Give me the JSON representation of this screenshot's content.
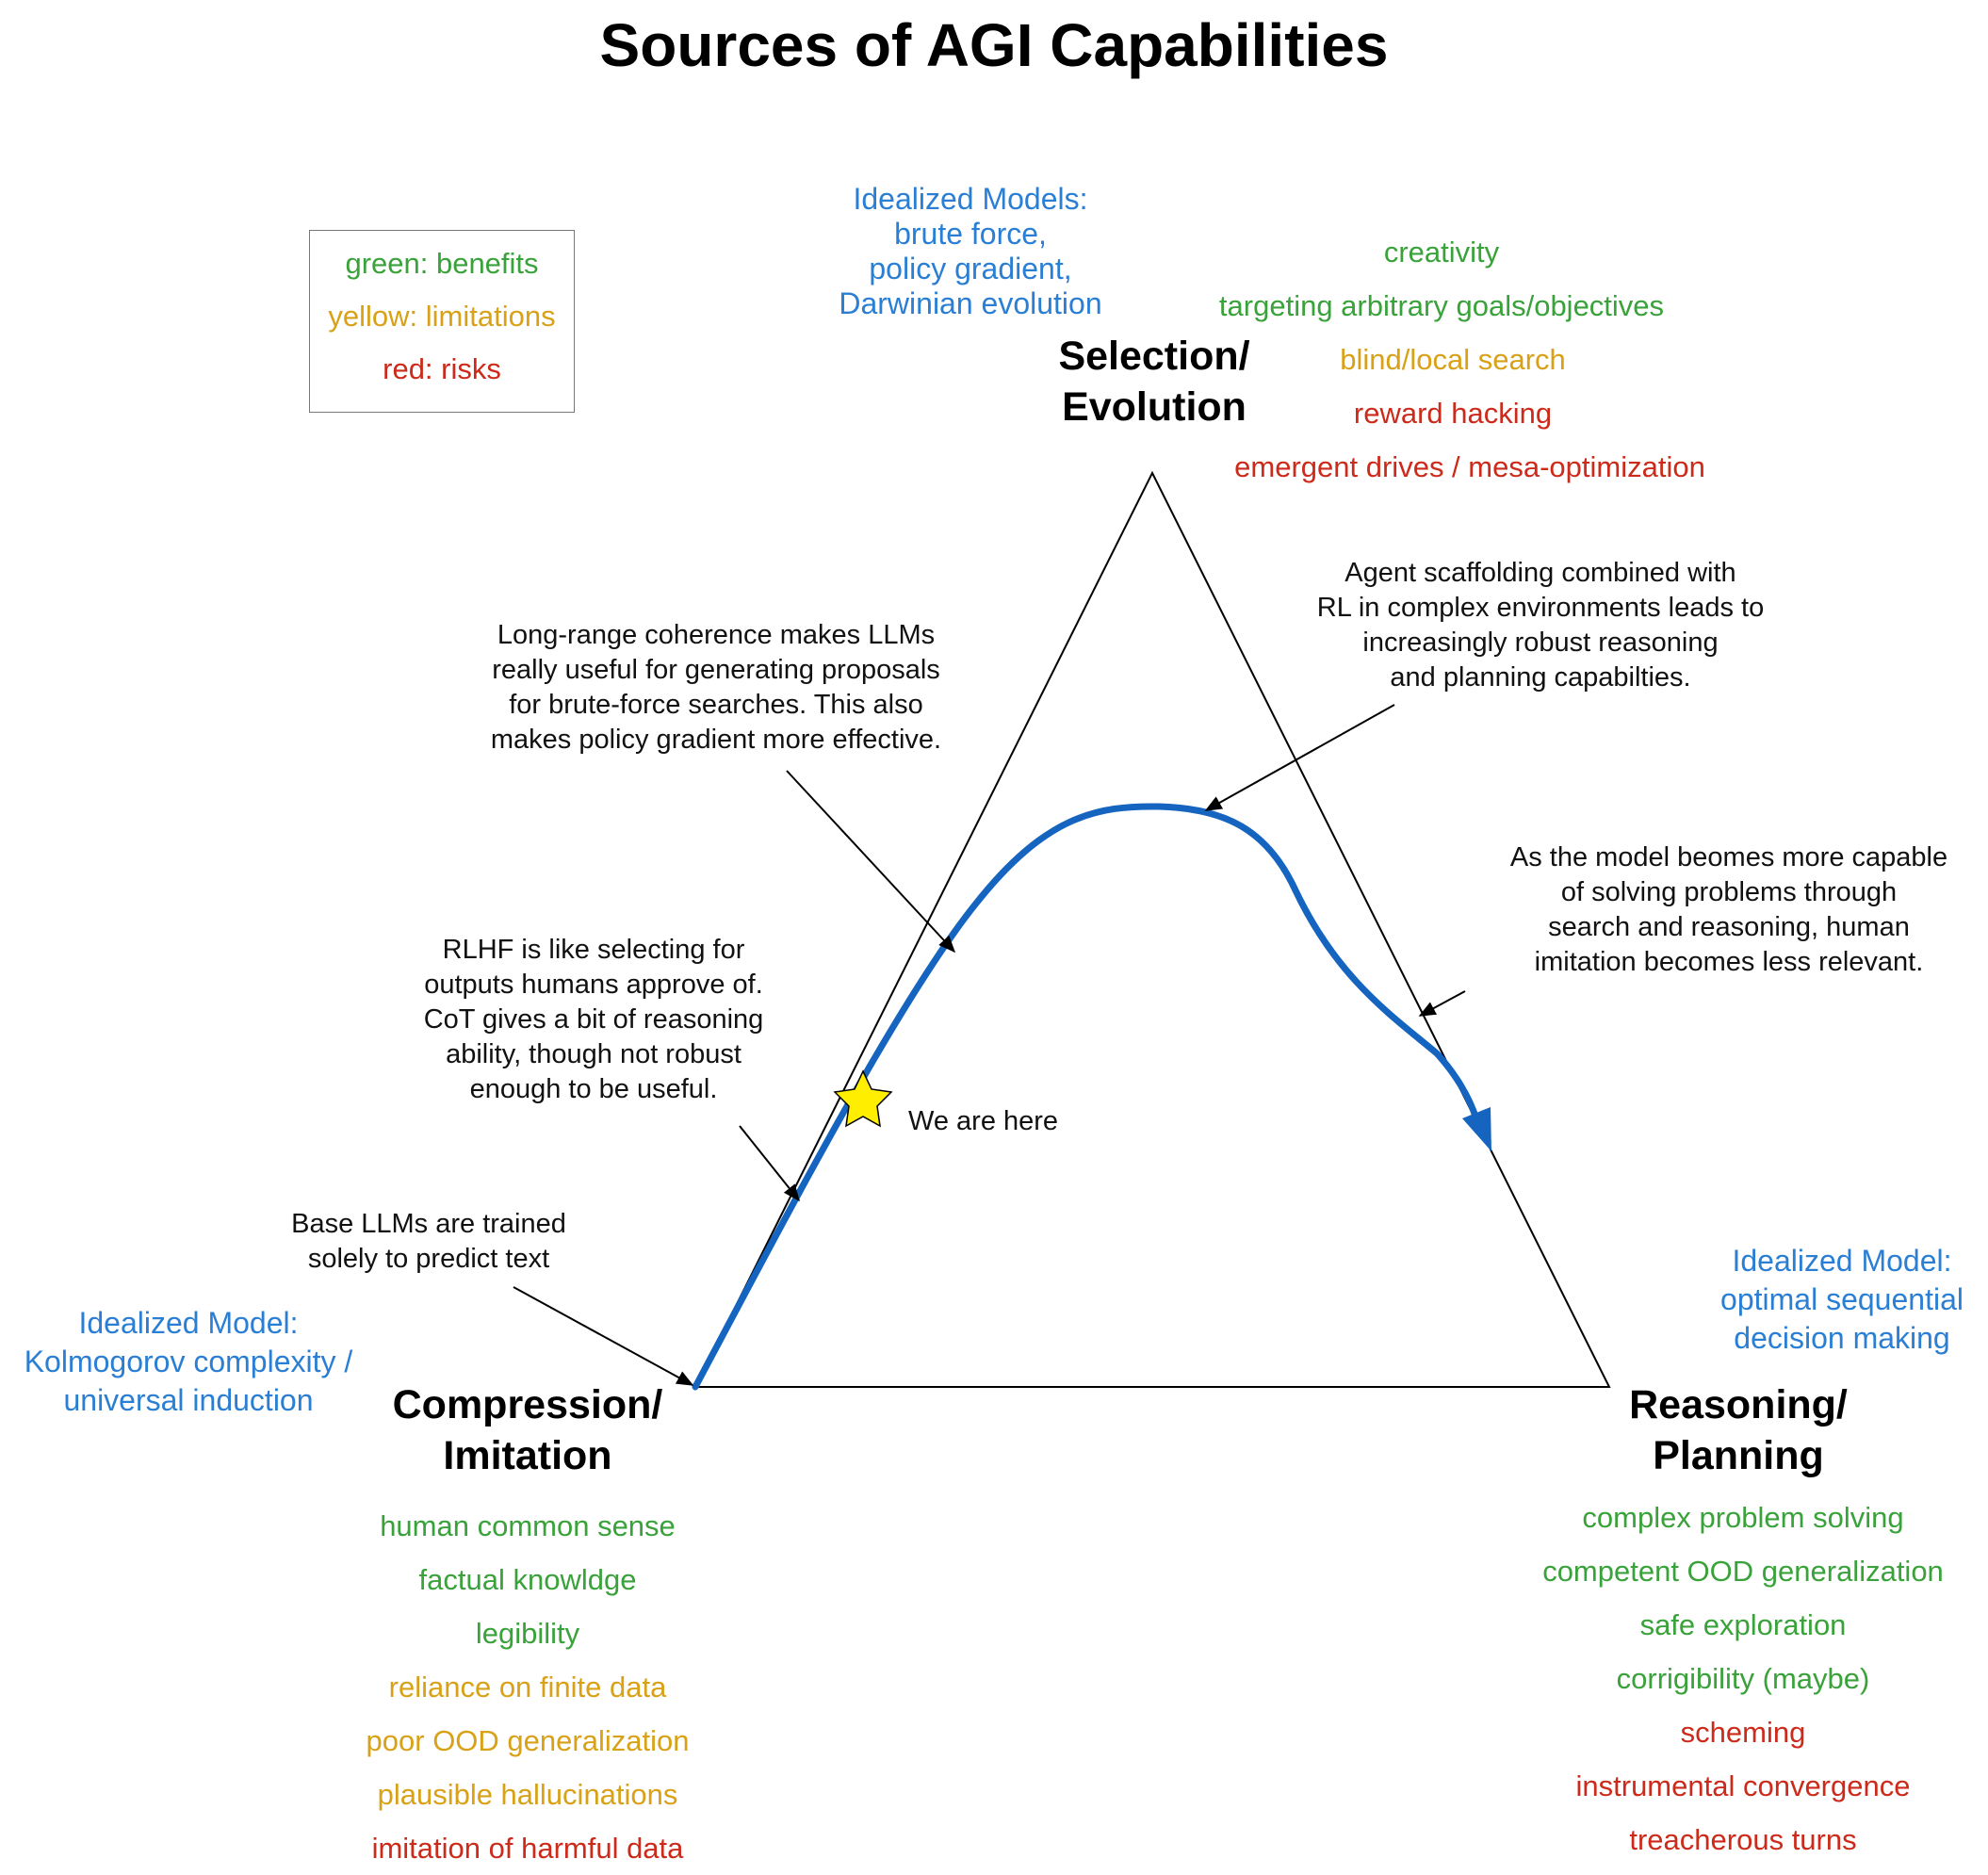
{
  "title": "Sources of AGI Capabilities",
  "legend": {
    "items": [
      {
        "label": "green: benefits",
        "color": "#3aa23a"
      },
      {
        "label": "yellow: limitations",
        "color": "#d8a117"
      },
      {
        "label": "red: risks",
        "color": "#cc2a1a"
      }
    ]
  },
  "vertices": {
    "top": {
      "name_line1": "Selection/",
      "name_line2": "Evolution",
      "idealized": [
        "Idealized Models:",
        "brute force,",
        "policy gradient,",
        "Darwinian evolution"
      ],
      "traits": [
        {
          "text": "creativity",
          "kind": "benefit"
        },
        {
          "text": "targeting arbitrary goals/objectives",
          "kind": "benefit"
        },
        {
          "text": "blind/local search",
          "kind": "limitation"
        },
        {
          "text": "reward hacking",
          "kind": "risk"
        },
        {
          "text": "emergent drives / mesa-optimization",
          "kind": "risk"
        }
      ]
    },
    "left": {
      "name_line1": "Compression/",
      "name_line2": "Imitation",
      "idealized": [
        "Idealized Model:",
        "Kolmogorov complexity /",
        "universal induction"
      ],
      "traits": [
        {
          "text": "human common sense",
          "kind": "benefit"
        },
        {
          "text": "factual knowldge",
          "kind": "benefit"
        },
        {
          "text": "legibility",
          "kind": "benefit"
        },
        {
          "text": "reliance on finite data",
          "kind": "limitation"
        },
        {
          "text": "poor OOD generalization",
          "kind": "limitation"
        },
        {
          "text": "plausible hallucinations",
          "kind": "limitation"
        },
        {
          "text": "imitation of harmful data",
          "kind": "risk"
        }
      ]
    },
    "right": {
      "name_line1": "Reasoning/",
      "name_line2": "Planning",
      "idealized": [
        "Idealized Model:",
        "optimal sequential",
        "decision making"
      ],
      "traits": [
        {
          "text": "complex problem solving",
          "kind": "benefit"
        },
        {
          "text": "competent OOD generalization",
          "kind": "benefit"
        },
        {
          "text": "safe exploration",
          "kind": "benefit"
        },
        {
          "text": "corrigibility (maybe)",
          "kind": "benefit"
        },
        {
          "text": "scheming",
          "kind": "risk"
        },
        {
          "text": "instrumental convergence",
          "kind": "risk"
        },
        {
          "text": "treacherous turns",
          "kind": "risk"
        }
      ]
    }
  },
  "annotations": {
    "coherence": [
      "Long-range coherence makes LLMs",
      "really useful for generating proposals",
      "for brute-force searches. This also",
      "makes policy gradient more effective."
    ],
    "scaffolding": [
      "Agent scaffolding combined with",
      "RL in complex environments leads to",
      "increasingly robust reasoning",
      "and planning capabilties."
    ],
    "less_relevant": [
      "As the model beomes more capable",
      "of solving problems through",
      "search and reasoning, human",
      "imitation becomes less relevant."
    ],
    "rlhf": [
      "RLHF is like selecting for",
      "outputs humans approve of.",
      "CoT gives a bit of reasoning",
      "ability, though not robust",
      "enough to be useful."
    ],
    "base": [
      "Base LLMs are trained",
      "solely to predict text"
    ],
    "we_are_here": "We are here"
  },
  "colors": {
    "benefit": "#3aa23a",
    "limitation": "#d8a117",
    "risk": "#cc2a1a",
    "idealized": "#2a7fd4",
    "trajectory": "#1565c0",
    "star": "#ffee00"
  }
}
